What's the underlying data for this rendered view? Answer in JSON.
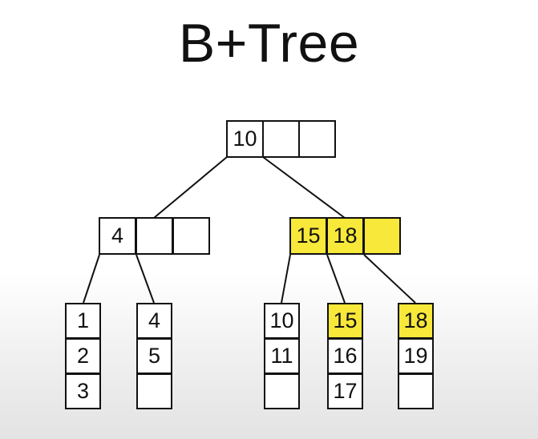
{
  "title": "B+Tree",
  "colors": {
    "highlight": "#f7e83a",
    "border": "#111111",
    "cell": "#ffffff"
  },
  "tree": {
    "root": {
      "keys": [
        "10",
        "",
        ""
      ]
    },
    "left": {
      "keys": [
        "4",
        "",
        ""
      ]
    },
    "right": {
      "keys": [
        "15",
        "18",
        ""
      ],
      "highlighted": true
    },
    "leaves": [
      {
        "values": [
          "1",
          "2",
          "3"
        ]
      },
      {
        "values": [
          "4",
          "5",
          ""
        ]
      },
      {
        "values": [
          "10",
          "11",
          ""
        ]
      },
      {
        "values": [
          "15",
          "16",
          "17"
        ],
        "highlighted_first": true
      },
      {
        "values": [
          "18",
          "19",
          ""
        ],
        "highlighted_first": true
      }
    ]
  }
}
